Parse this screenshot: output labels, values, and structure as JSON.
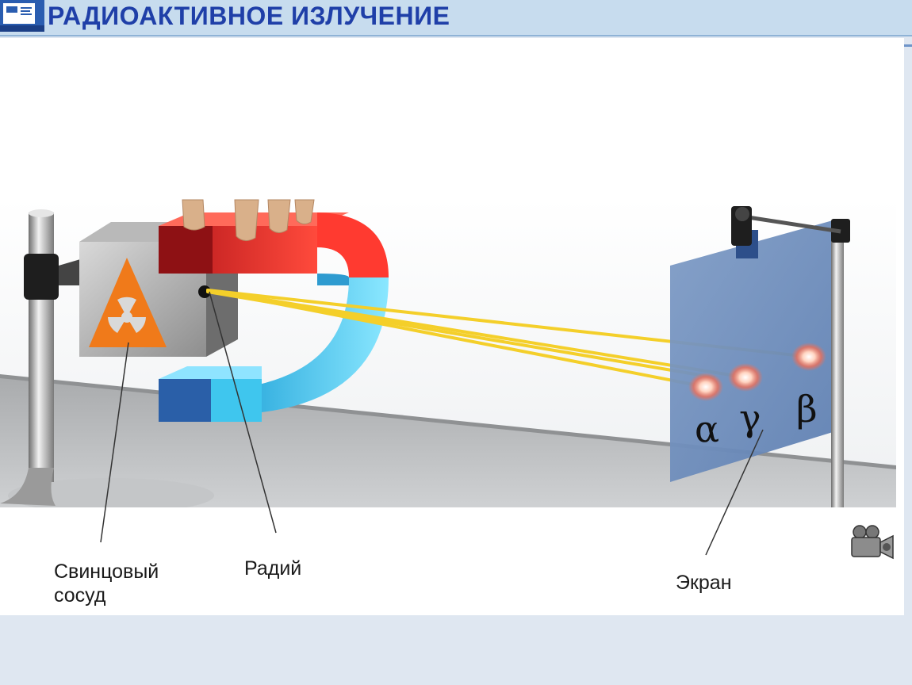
{
  "header": {
    "title": "РАДИОАКТИВНОЕ ИЗЛУЧЕНИЕ",
    "logo_icon": "slide-logo-icon"
  },
  "diagram": {
    "labels": {
      "lead_vessel": "Свинцовый сосуд",
      "lead_vessel_line1": "Свинцовый",
      "lead_vessel_line2": "сосуд",
      "radium": "Радий",
      "screen": "Экран"
    },
    "particles": {
      "alpha": "α",
      "gamma": "γ",
      "beta": "β"
    },
    "icons": [
      "radiation-trefoil-icon",
      "video-camera-icon"
    ]
  },
  "colors": {
    "title": "#1f3fa8",
    "title_bar": "#c7dcee",
    "magnet_red": "#e8262a",
    "magnet_blue": "#3fc6ee",
    "beam": "#f4cf2a",
    "screen": "#6f8fbd",
    "hazard": "#f07a1a"
  }
}
